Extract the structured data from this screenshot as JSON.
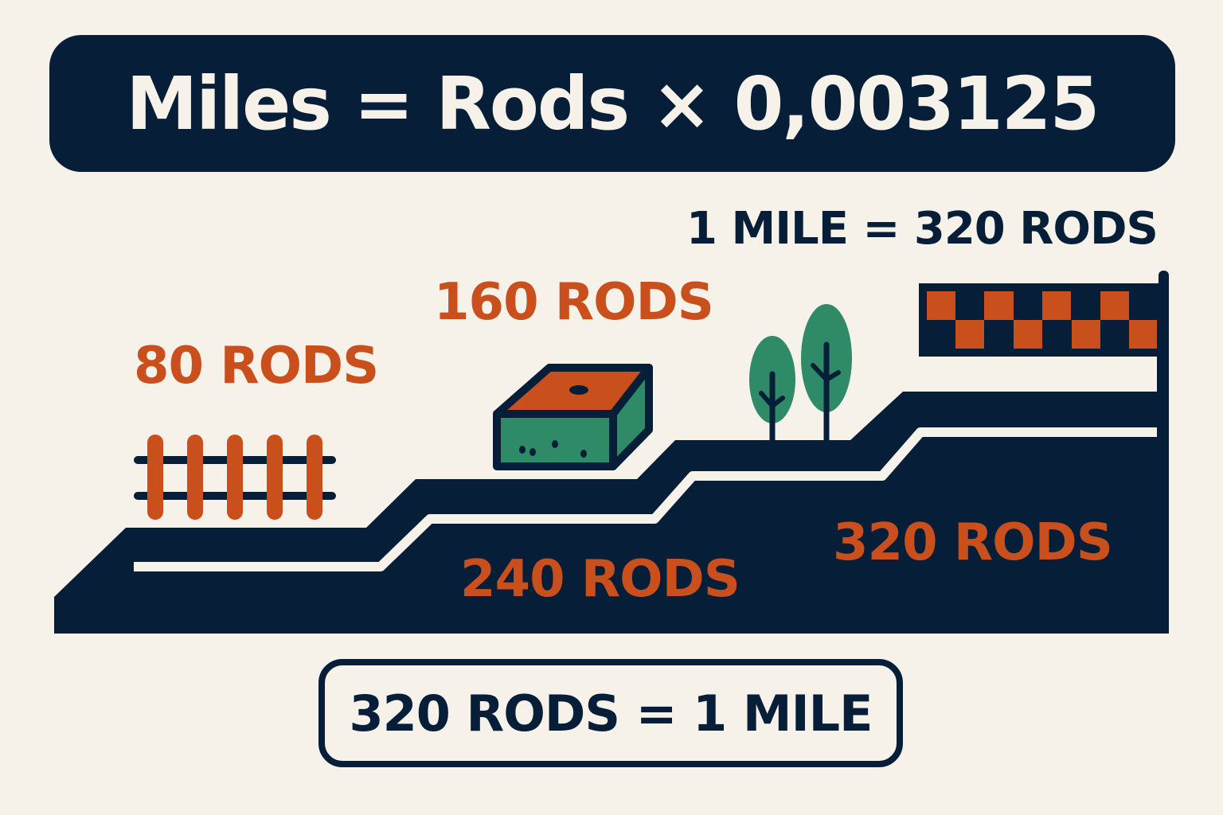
{
  "title": {
    "formula": "Miles = Rods × 0,003125"
  },
  "labels": {
    "rods_80": "80 RODS",
    "rods_160": "160 RODS",
    "rods_240": "240 RODS",
    "rods_320": "320 RODS",
    "mile_equivalence": "1 MILE = 320 RODS"
  },
  "footer": {
    "equivalence": "320 RODS = 1 MILE"
  },
  "icons": [
    "fence-icon",
    "box-icon",
    "tree-icon",
    "tree-icon",
    "checkered-flag-icon"
  ],
  "colors": {
    "background": "#f6f2ea",
    "navy": "#071e38",
    "orange": "#c9501c",
    "green": "#2e8a67"
  }
}
